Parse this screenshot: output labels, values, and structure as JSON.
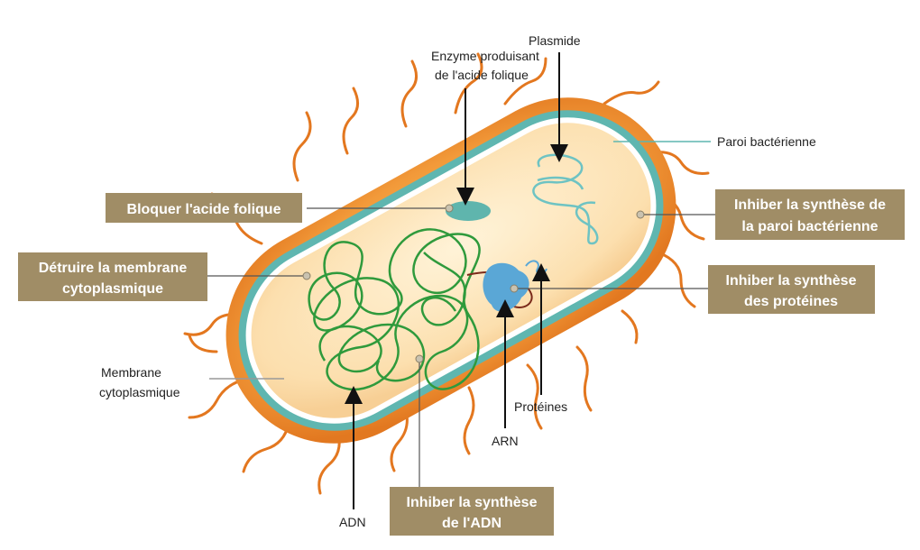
{
  "labels": {
    "enzyme_line1": "Enzyme produisant",
    "enzyme_line2": "de l'acide folique",
    "plasmide": "Plasmide",
    "paroi": "Paroi bactérienne",
    "membrane_line1": "Membrane",
    "membrane_line2": "cytoplasmique",
    "adn": "ADN",
    "arn": "ARN",
    "proteines": "Protéines"
  },
  "actions": {
    "bloquer": "Bloquer l'acide folique",
    "detruire_line1": "Détruire la membrane",
    "detruire_line2": "cytoplasmique",
    "paroi_line1": "Inhiber la synthèse de",
    "paroi_line2": "la paroi bactérienne",
    "proteines_line1": "Inhiber la synthèse",
    "proteines_line2": "des protéines",
    "adn_line1": "Inhiber la synthèse",
    "adn_line2": "de l'ADN"
  },
  "colors": {
    "action_box": "#a08d66",
    "wall_outer": "#ef8a2a",
    "wall_teal": "#5fb6b0",
    "membrane": "#ffffff",
    "cytoplasm": "#fbe0b0",
    "dna": "#2f9a3c",
    "plasmid": "#6ec3c3",
    "enzyme": "#5fb5ad",
    "ribosome": "#5aa7d6"
  }
}
